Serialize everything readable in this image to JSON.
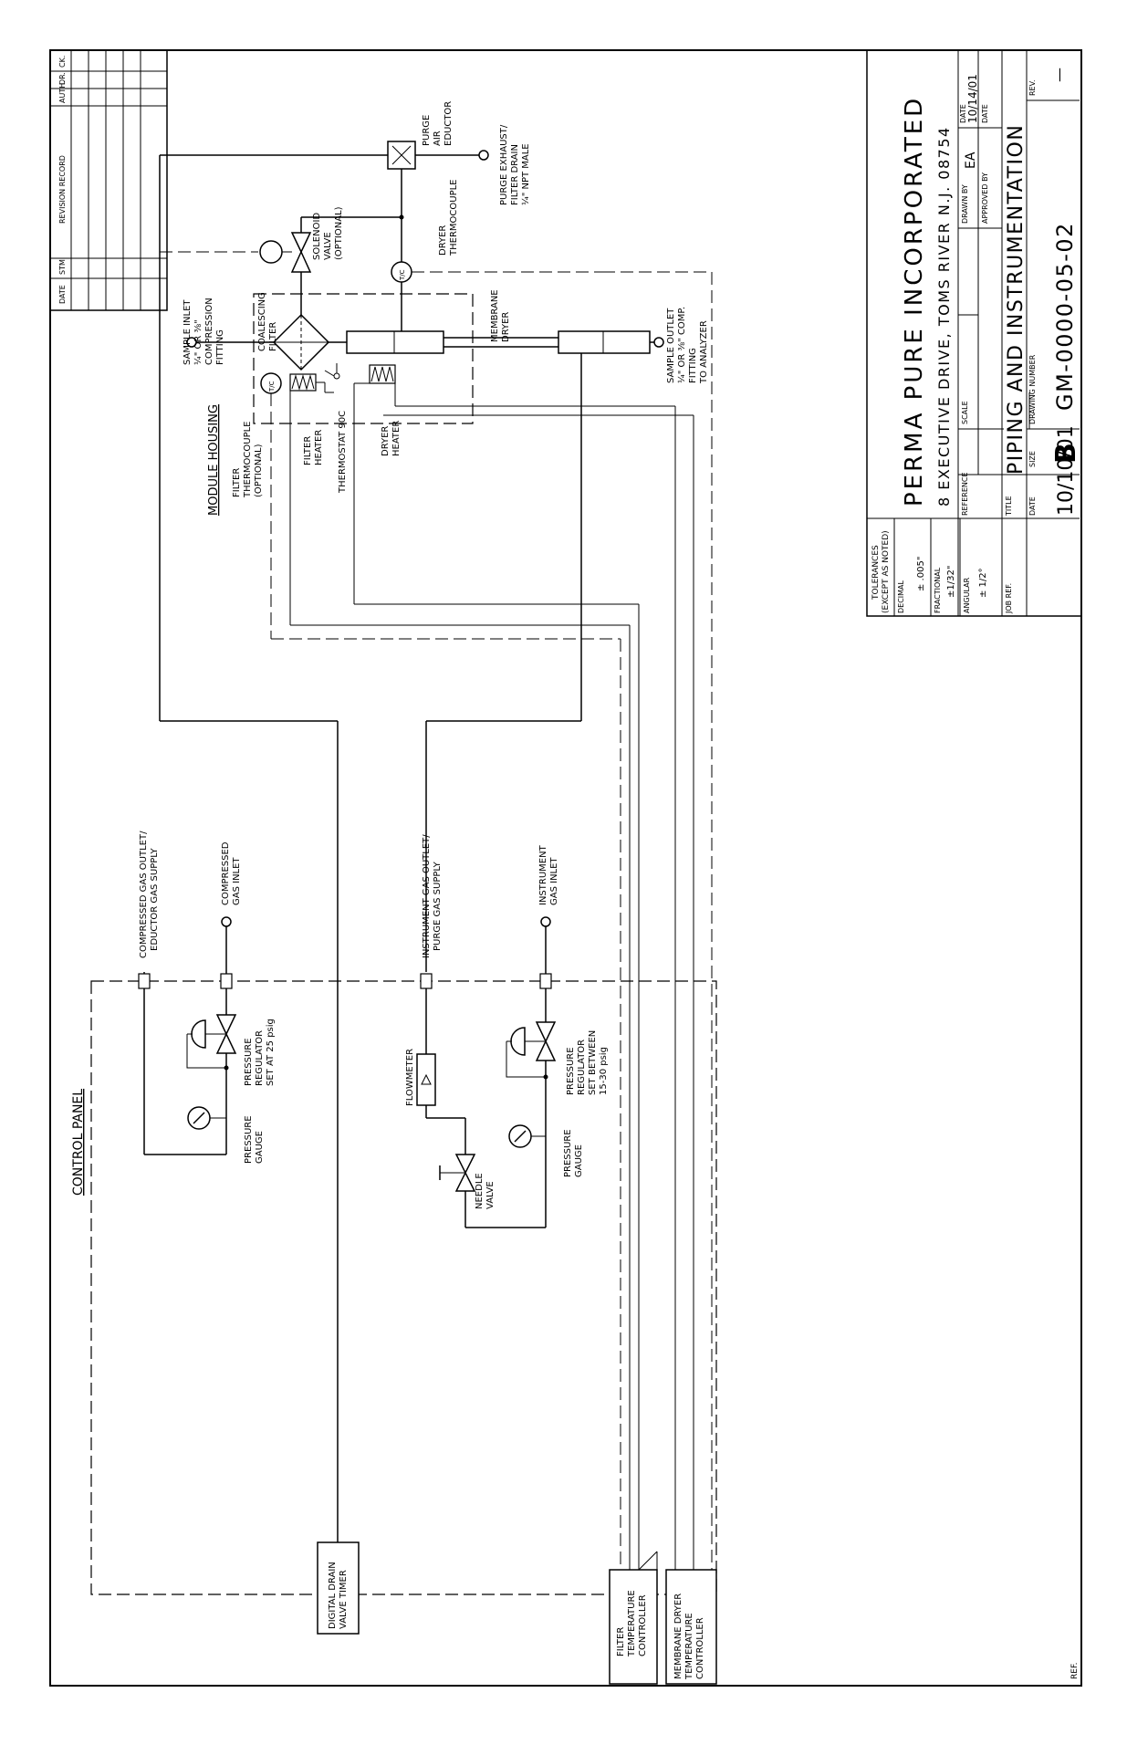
{
  "revision_header": {
    "col1": "DATE",
    "col2": "STM",
    "col3": "REVISION RECORD",
    "col4": "AUTH.",
    "col5": "DR.",
    "col6": "CK."
  },
  "labels": {
    "purge_eductor": [
      "PURGE",
      "AIR",
      "EDUCTOR"
    ],
    "purge_exhaust": [
      "PURGE EXHAUST/",
      "FILTER DRAIN",
      "¼\" NPT MALE"
    ],
    "solenoid": [
      "SOLENOID",
      "VALVE",
      "(OPTIONAL)"
    ],
    "dryer_tc": [
      "DRYER",
      "THERMOCOUPLE"
    ],
    "sample_inlet": [
      "SAMPLE INLET",
      "¼\" OR ⅜\"",
      "COMPRESSION",
      "FITTING"
    ],
    "coalescing": [
      "COALESCING",
      "FILTER"
    ],
    "membrane": [
      "MEMBRANE",
      "DRYER"
    ],
    "sample_outlet": [
      "SAMPLE OUTLET",
      "¼\" OR ⅜\" COMP.",
      "FITTING",
      "TO ANALYZER"
    ],
    "module_housing": "MODULE HOUSING",
    "filter_tc": [
      "FILTER",
      "THERMOCOUPLE",
      "(OPTIONAL)"
    ],
    "filter_heater": [
      "FILTER",
      "HEATER"
    ],
    "thermostat": "THERMOSTAT 90C",
    "dryer_heater": [
      "DRYER",
      "HEATER"
    ],
    "tc_symbol": "T/C",
    "control_panel": "CONTROL PANEL",
    "comp_outlet": [
      "COMPRESSED GAS OUTLET/",
      "EDUCTOR GAS SUPPLY"
    ],
    "comp_inlet": [
      "COMPRESSED",
      "GAS INLET"
    ],
    "reg1": [
      "PRESSURE",
      "REGULATOR",
      "SET AT 25 psig"
    ],
    "gauge": [
      "PRESSURE",
      "GAUGE"
    ],
    "instr_outlet": [
      "INSTRUMENT GAS OUTLET/",
      "PURGE GAS SUPPLY"
    ],
    "instr_inlet": [
      "INSTRUMENT",
      "GAS INLET"
    ],
    "flowmeter": "FLOWMETER",
    "reg2": [
      "PRESSURE",
      "REGULATOR",
      "SET BETWEEN",
      "15-30 psig"
    ],
    "needle": [
      "NEEDLE",
      "VALVE"
    ],
    "drain_timer": [
      "DIGITAL DRAIN",
      "VALVE TIMER"
    ],
    "filter_controller": [
      "FILTER",
      "TEMPERATURE",
      "CONTROLLER"
    ],
    "dryer_controller": [
      "MEMBRANE DRYER",
      "TEMPERATURE",
      "CONTROLLER"
    ]
  },
  "title_block": {
    "company": "PERMA PURE INCORPORATED",
    "address": "8 EXECUTIVE DRIVE, TOMS RIVER N.J. 08754",
    "tolerances": [
      "TOLERANCES",
      "(EXCEPT AS NOTED)"
    ],
    "decimal_label": "DECIMAL",
    "decimal_value": "± .005\"",
    "fractional_label": "FRACTIONAL",
    "fractional_value": "±1/32\"",
    "angular_label": "ANGULAR",
    "angular_value": "± 1/2°",
    "job_ref": "JOB REF.",
    "reference": "REFERENCE",
    "scale": "SCALE",
    "drawn_by_label": "DRAWN BY",
    "drawn_by": "EA",
    "date_label": "DATE",
    "drawn_date": "10/14/01",
    "approved_by": "APPROVED BY",
    "title_label": "TITLE",
    "title": "PIPING AND INSTRUMENTATION",
    "size_label": "SIZE",
    "size": "B",
    "drawing_number_label": "DRAWING NUMBER",
    "drawing_number": "GM-0000-05-02",
    "rev_label": "REV.",
    "rev": "—",
    "date": "10/10/01"
  },
  "ref_label": "REF."
}
